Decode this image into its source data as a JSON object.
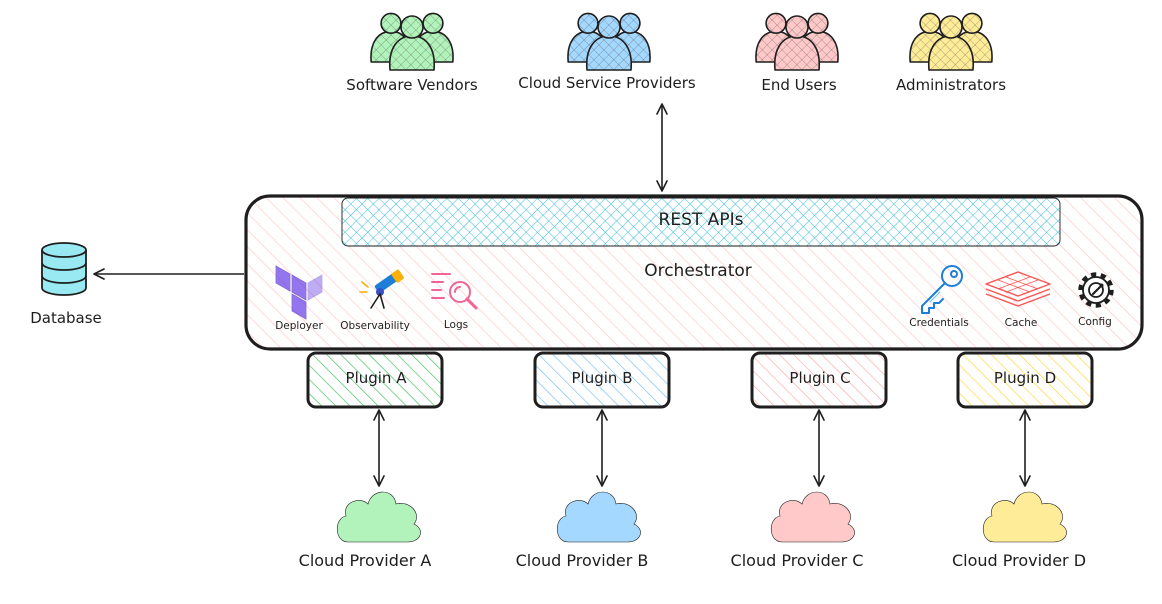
{
  "diagram": {
    "user_groups": [
      {
        "label": "Software Vendors",
        "color": "#b2f2bb"
      },
      {
        "label": "Cloud Service Providers",
        "color": "#a5d8ff"
      },
      {
        "label": "End Users",
        "color": "#ffc9c9"
      },
      {
        "label": "Administrators",
        "color": "#ffec99"
      }
    ],
    "orchestrator": {
      "title": "Orchestrator",
      "api_label": "REST APIs",
      "left_components": [
        {
          "label": "Deployer",
          "icon": "terraform-icon"
        },
        {
          "label": "Observability",
          "icon": "telescope-icon"
        },
        {
          "label": "Logs",
          "icon": "logs-search-icon"
        }
      ],
      "right_components": [
        {
          "label": "Credentials",
          "icon": "key-icon"
        },
        {
          "label": "Cache",
          "icon": "layers-icon"
        },
        {
          "label": "Config",
          "icon": "gear-icon"
        }
      ]
    },
    "database": {
      "label": "Database",
      "color": "#99e9f2"
    },
    "plugins": [
      {
        "label": "Plugin A",
        "color": "#b2f2bb"
      },
      {
        "label": "Plugin B",
        "color": "#a5d8ff"
      },
      {
        "label": "Plugin C",
        "color": "#ffc9c9"
      },
      {
        "label": "Plugin D",
        "color": "#ffec99"
      }
    ],
    "clouds": [
      {
        "label": "Cloud Provider A",
        "color": "#b2f2bb"
      },
      {
        "label": "Cloud Provider B",
        "color": "#a5d8ff"
      },
      {
        "label": "Cloud Provider C",
        "color": "#ffc9c9"
      },
      {
        "label": "Cloud Provider D",
        "color": "#ffec99"
      }
    ]
  }
}
